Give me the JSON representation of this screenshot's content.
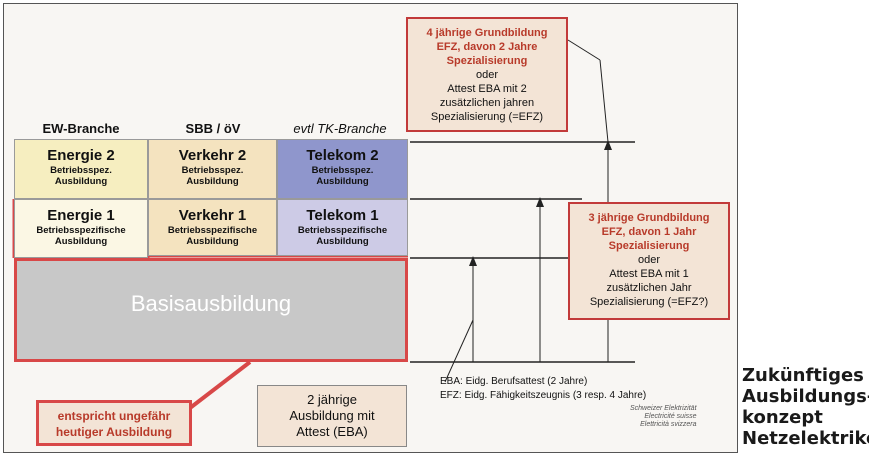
{
  "columns": [
    "EW-Branche",
    "SBB / öV",
    "evtl TK-Branche"
  ],
  "row2": [
    {
      "title": "Energie 2",
      "sub": "Betriebsspez. Ausbildung"
    },
    {
      "title": "Verkehr 2",
      "sub": "Betriebsspez. Ausbildung"
    },
    {
      "title": "Telekom 2",
      "sub": "Betriebsspez. Ausbildung"
    }
  ],
  "row1": [
    {
      "title": "Energie 1",
      "sub": "Betriebsspezifische Ausbildung"
    },
    {
      "title": "Verkehr 1",
      "sub": "Betriebsspezifische Ausbildung"
    },
    {
      "title": "Telekom 1",
      "sub": "Betriebsspezifische Ausbildung"
    }
  ],
  "base": "Basisausbildung",
  "box4": {
    "line1": "4 jährige Grundbildung",
    "line2": "EFZ, davon 2 Jahre",
    "line3": "Spezialisierung",
    "line4": "oder",
    "line5": "Attest EBA mit 2",
    "line6": "zusätzlichen jahren",
    "line7": "Spezialisierung (=EFZ)"
  },
  "box3": {
    "line1": "3 jährige Grundbildung",
    "line2": "EFZ, davon 1 Jahr",
    "line3": "Spezialisierung",
    "line4": "oder",
    "line5": "Attest EBA mit 1",
    "line6": "zusätzlichen Jahr",
    "line7": "Spezialisierung (=EFZ?)"
  },
  "box2": {
    "line1": "2 jährige",
    "line2": "Ausbildung mit",
    "line3": "Attest (EBA)"
  },
  "note": {
    "line1": "entspricht ungefähr",
    "line2": "heutiger Ausbildung"
  },
  "legend": {
    "eba": "EBA: Eidg. Berufsattest (2 Jahre)",
    "efz": "EFZ: Eidg. Fähigkeitszeugnis (3 resp. 4 Jahre)"
  },
  "logo": {
    "l1": "Schweizer Elektrizität",
    "l2": "Electricité suisse",
    "l3": "Elettricità svizzera"
  },
  "title": {
    "l1": "Zukünftiges",
    "l2": "Ausbildungs-",
    "l3": "konzept",
    "l4": "Netzelektriker."
  },
  "colors": {
    "energy": "#f6eec0",
    "verkehr": "#f4e3bf",
    "telekom2": "#8f96cc",
    "telekom1": "#cdcbe6",
    "accent_red": "#d84848",
    "basis_gray": "#c8c8c8"
  }
}
